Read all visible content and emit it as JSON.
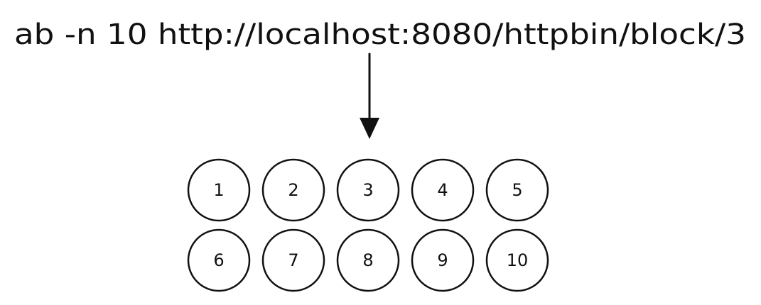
{
  "command": "ab -n 10 http://localhost:8080/httpbin/block/3",
  "requests": [
    "1",
    "2",
    "3",
    "4",
    "5",
    "6",
    "7",
    "8",
    "9",
    "10"
  ],
  "colors": {
    "ink": "#111111",
    "background": "#ffffff"
  }
}
